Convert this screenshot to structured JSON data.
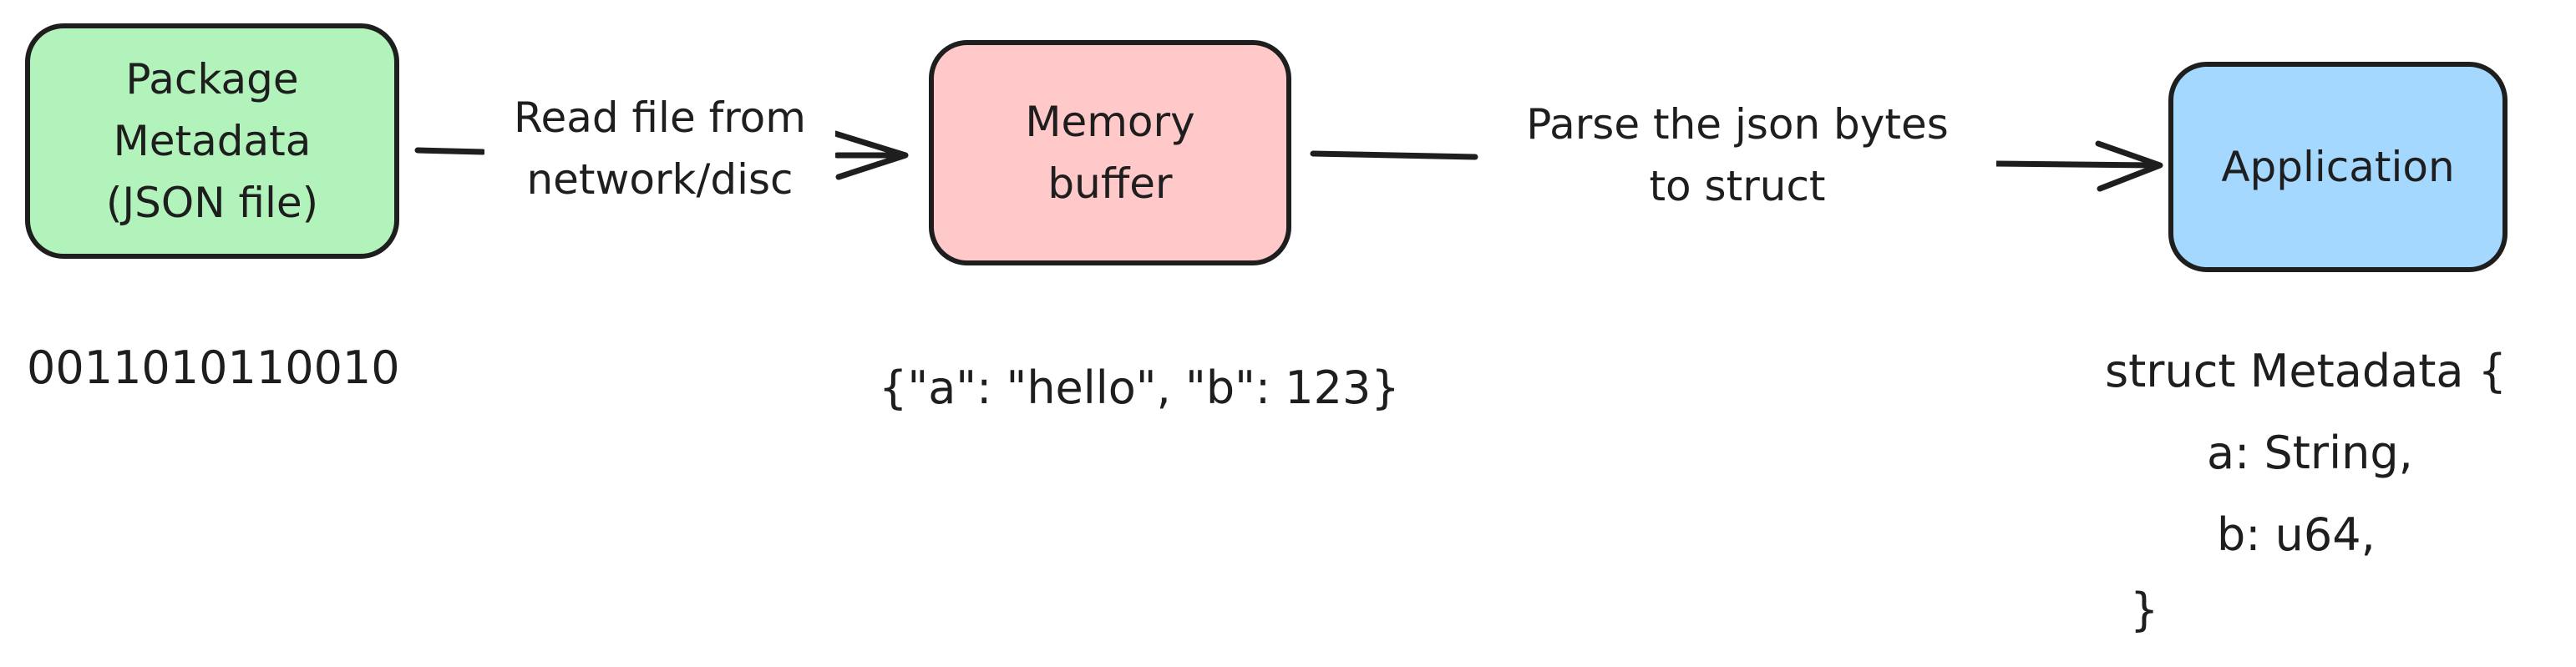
{
  "colors": {
    "package_fill": "#b2f2bb",
    "memory_fill": "#ffc9c9",
    "application_fill": "#a5d8ff",
    "stroke": "#1e1e1e"
  },
  "nodes": {
    "package": {
      "label": "Package\nMetadata\n(JSON file)"
    },
    "memory": {
      "label": "Memory\nbuffer"
    },
    "application": {
      "label": "Application"
    }
  },
  "edges": {
    "read": {
      "label": "Read file from\nnetwork/disc"
    },
    "parse": {
      "label": "Parse the json bytes\nto struct"
    }
  },
  "annotations": {
    "bytes": "0011010110010",
    "json": "{\"a\": \"hello\", \"b\": 123}",
    "struct_lines": [
      "struct Metadata {",
      "a: String,",
      "b: u64,",
      "}"
    ]
  }
}
